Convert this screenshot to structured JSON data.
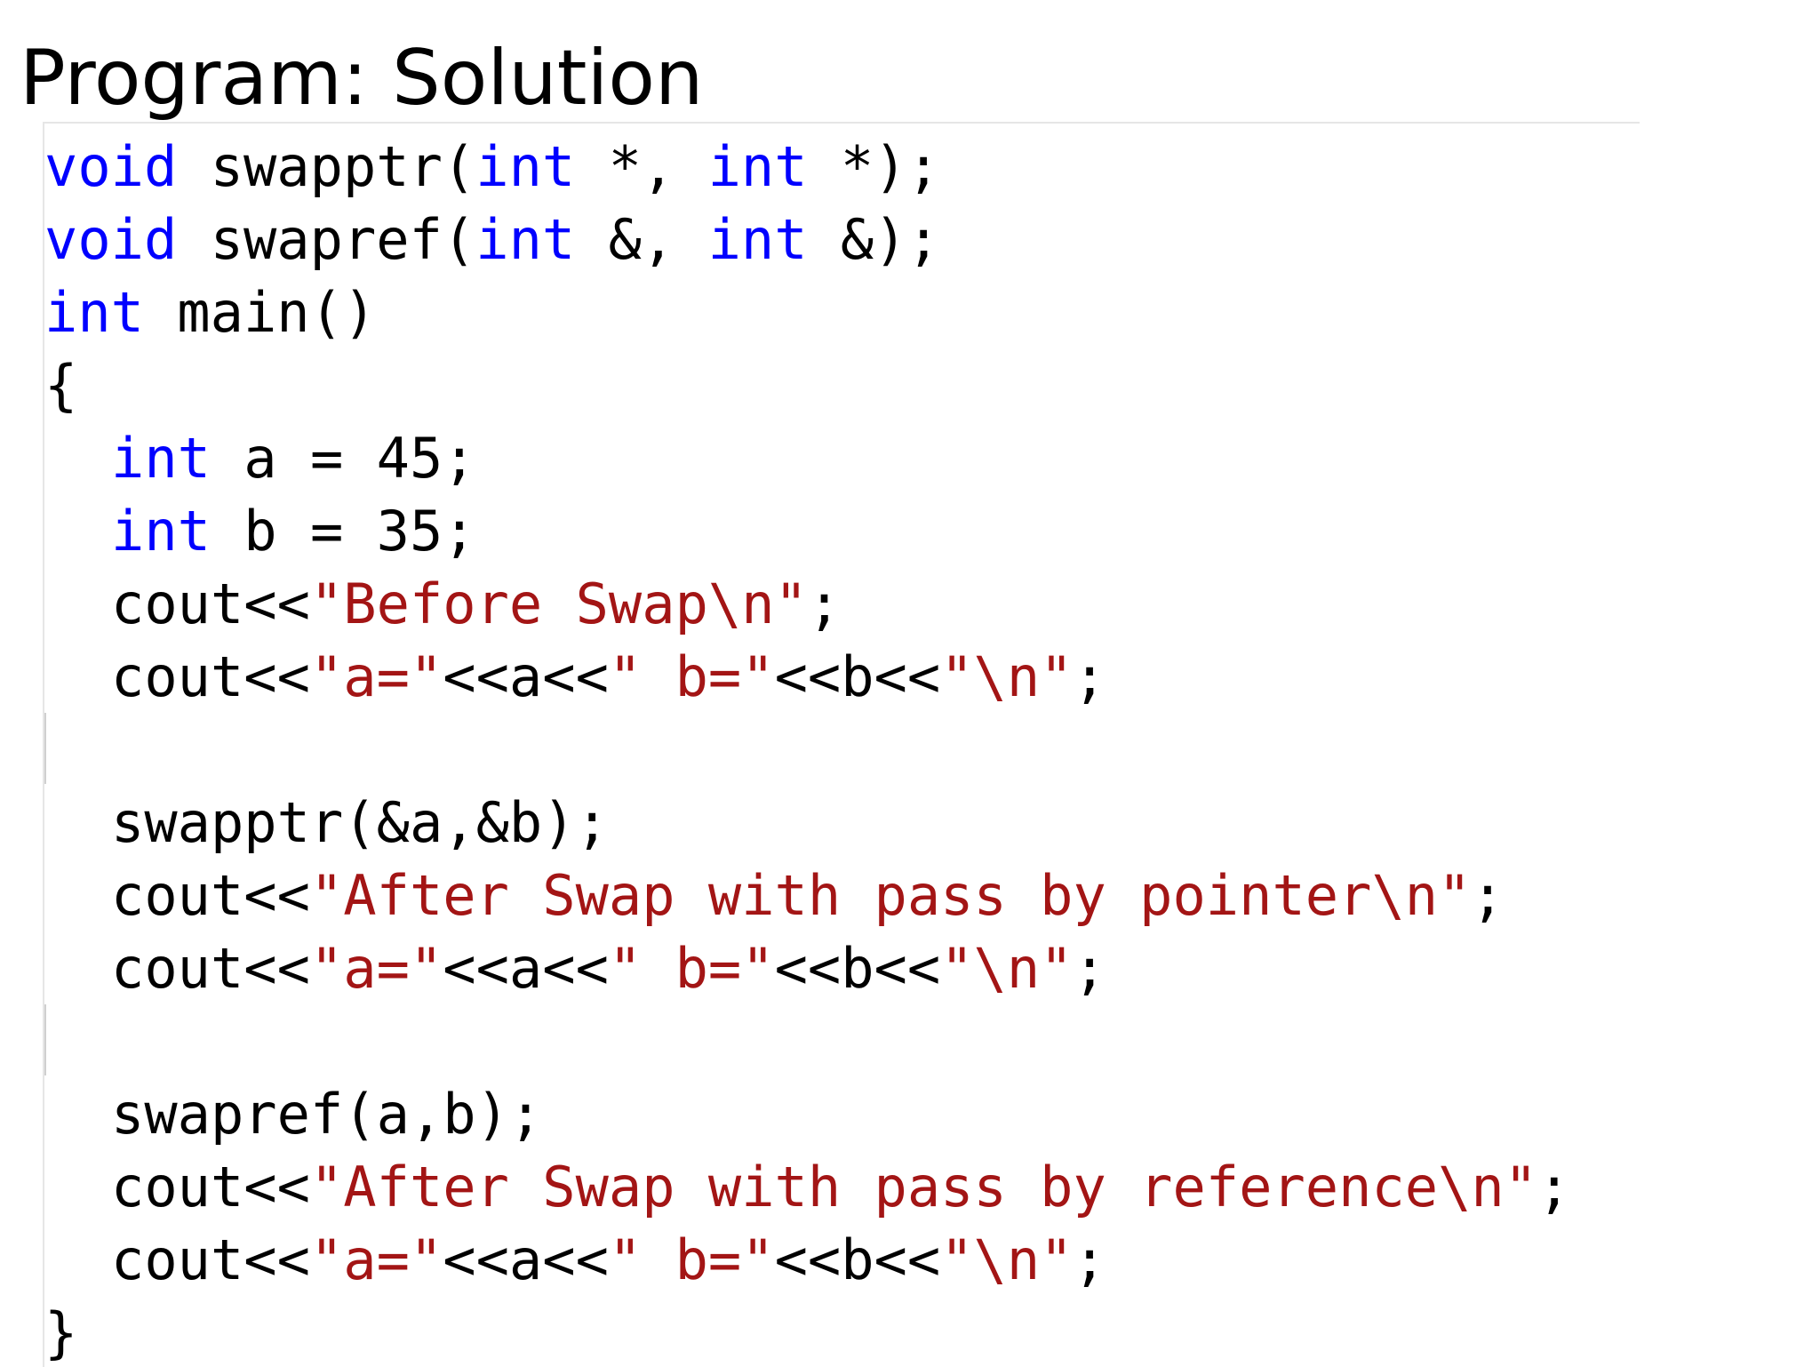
{
  "slide": {
    "title": "Program: Solution"
  },
  "code": {
    "line1": {
      "t1": "void",
      "t2": " swapptr(",
      "t3": "int",
      "t4": " *, ",
      "t5": "int",
      "t6": " *);"
    },
    "line2": {
      "t1": "void",
      "t2": " swapref(",
      "t3": "int",
      "t4": " &, ",
      "t5": "int",
      "t6": " &);"
    },
    "line3": {
      "t1": "int",
      "t2": " main()"
    },
    "line4": {
      "t1": "{"
    },
    "line5": {
      "t1": "int",
      "t2": " a = 45;"
    },
    "line6": {
      "t1": "int",
      "t2": " b = 35;"
    },
    "line7": {
      "t1": "cout<<",
      "t2": "\"Before Swap\\n\"",
      "t3": ";"
    },
    "line8": {
      "t1": "cout<<",
      "t2": "\"a=\"",
      "t3": "<<a<<",
      "t4": "\" b=\"",
      "t5": "<<b<<",
      "t6": "\"\\n\"",
      "t7": ";"
    },
    "line10": {
      "t1": "swapptr(&a,&b);"
    },
    "line11": {
      "t1": "cout<<",
      "t2": "\"After Swap with pass by pointer\\n\"",
      "t3": ";"
    },
    "line12": {
      "t1": "cout<<",
      "t2": "\"a=\"",
      "t3": "<<a<<",
      "t4": "\" b=\"",
      "t5": "<<b<<",
      "t6": "\"\\n\"",
      "t7": ";"
    },
    "line14": {
      "t1": "swapref(a,b);"
    },
    "line15": {
      "t1": "cout<<",
      "t2": "\"After Swap with pass by reference\\n\"",
      "t3": ";"
    },
    "line16": {
      "t1": "cout<<",
      "t2": "\"a=\"",
      "t3": "<<a<<",
      "t4": "\" b=\"",
      "t5": "<<b<<",
      "t6": "\"\\n\"",
      "t7": ";"
    },
    "line17": {
      "t1": "}"
    }
  },
  "colors": {
    "keyword": "#0000ff",
    "string": "#a31515",
    "plain": "#000000"
  }
}
